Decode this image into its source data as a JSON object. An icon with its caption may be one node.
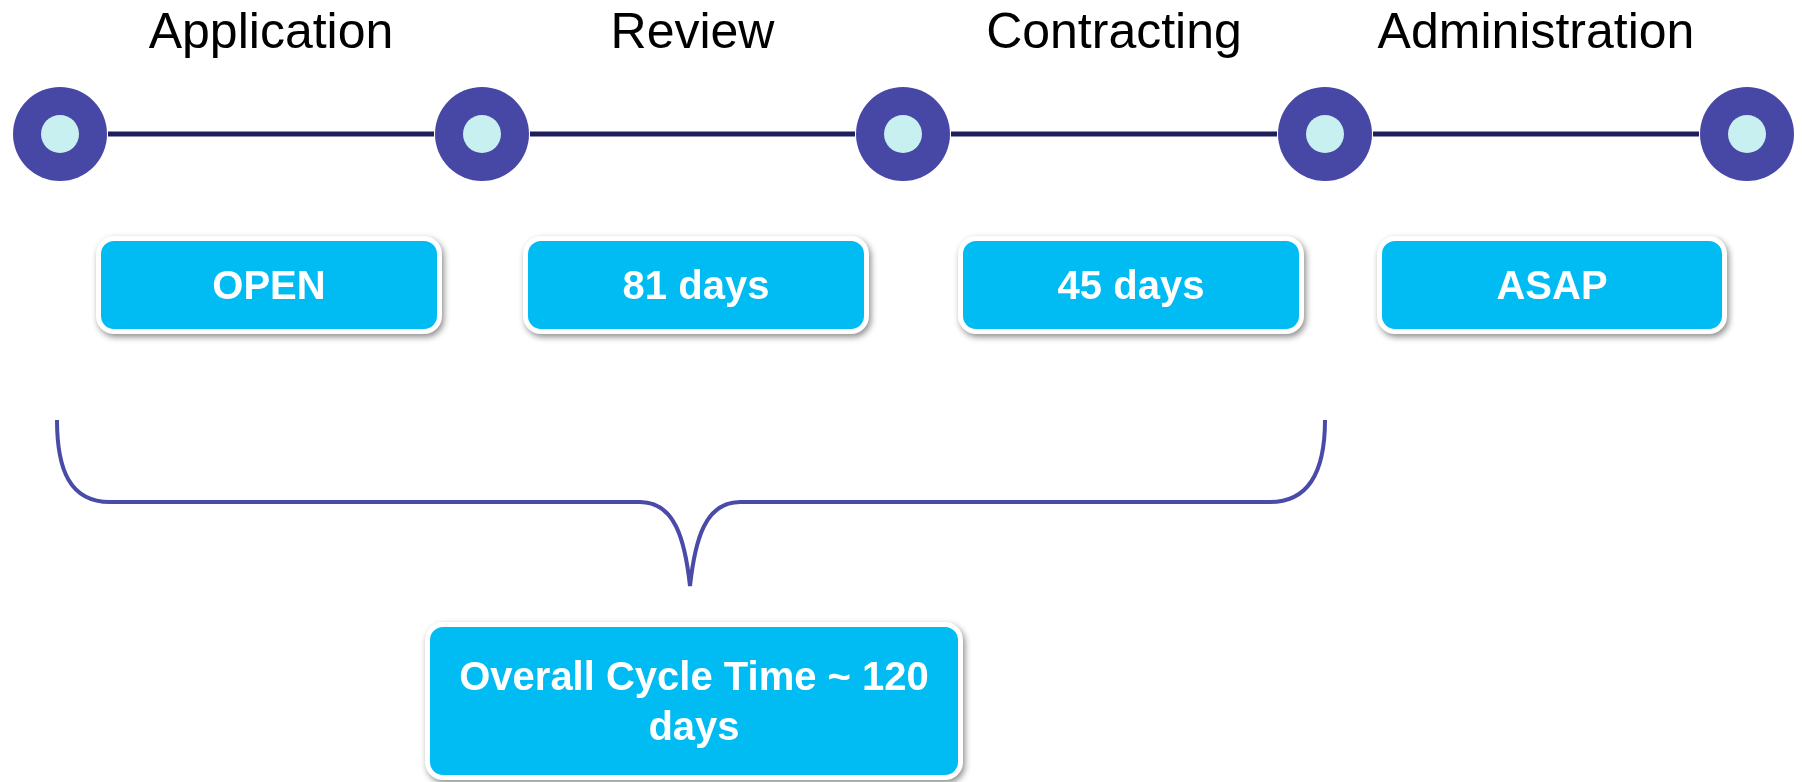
{
  "diagram": {
    "nodes": [
      {
        "text": [],
        "shape": "circle"
      },
      {
        "text": [],
        "shape": "circle"
      },
      {
        "text": [],
        "shape": "circle"
      },
      {
        "text": [],
        "shape": "circle"
      },
      {
        "text": [],
        "shape": "circle"
      },
      {
        "text": [
          "OPEN"
        ]
      },
      {
        "text": [
          "81 days"
        ]
      },
      {
        "text": [
          "45 days"
        ]
      },
      {
        "text": [
          "ASAP"
        ]
      },
      {
        "text": [
          "Overall Cycle Time ~ 120 days"
        ]
      }
    ],
    "edges": [
      {
        "from": 0,
        "to": 1,
        "arrow": "none",
        "label": "Application"
      },
      {
        "from": 1,
        "to": 2,
        "arrow": "none",
        "label": "Review"
      },
      {
        "from": 2,
        "to": 3,
        "arrow": "none",
        "label": "Contracting"
      },
      {
        "from": 3,
        "to": 4,
        "arrow": "none",
        "label": "Administration"
      }
    ]
  }
}
